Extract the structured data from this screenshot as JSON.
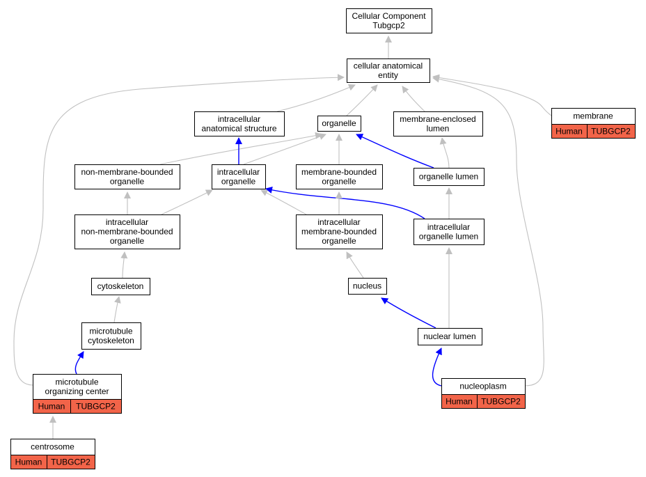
{
  "colors": {
    "is_a_edge": "#c0c0c0",
    "part_of_edge": "#0000ff",
    "annotation_fill": "#f26449",
    "node_fill": "#ffffff",
    "node_stroke": "#000000"
  },
  "nodes": {
    "root": [
      "Cellular Component",
      "Tubgcp2"
    ],
    "cellular_anatomical_entity": [
      "cellular anatomical",
      "entity"
    ],
    "intracellular_anatomical_structure": [
      "intracellular",
      "anatomical structure"
    ],
    "organelle": [
      "organelle"
    ],
    "membrane_enclosed_lumen": [
      "membrane-enclosed",
      "lumen"
    ],
    "membrane": [
      "membrane"
    ],
    "non_membrane_bounded_organelle": [
      "non-membrane-bounded",
      "organelle"
    ],
    "intracellular_organelle": [
      "intracellular",
      "organelle"
    ],
    "membrane_bounded_organelle": [
      "membrane-bounded",
      "organelle"
    ],
    "organelle_lumen": [
      "organelle lumen"
    ],
    "intracellular_non_membrane_bounded_organelle": [
      "intracellular",
      "non-membrane-bounded",
      "organelle"
    ],
    "intracellular_membrane_bounded_organelle": [
      "intracellular",
      "membrane-bounded",
      "organelle"
    ],
    "intracellular_organelle_lumen": [
      "intracellular",
      "organelle lumen"
    ],
    "cytoskeleton": [
      "cytoskeleton"
    ],
    "nucleus": [
      "nucleus"
    ],
    "microtubule_cytoskeleton": [
      "microtubule",
      "cytoskeleton"
    ],
    "nuclear_lumen": [
      "nuclear lumen"
    ],
    "microtubule_organizing_center": [
      "microtubule",
      "organizing center"
    ],
    "nucleoplasm": [
      "nucleoplasm"
    ],
    "centrosome": [
      "centrosome"
    ]
  },
  "annotations": {
    "membrane": {
      "species": "Human",
      "gene": "TUBGCP2"
    },
    "microtubule_organizing_center": {
      "species": "Human",
      "gene": "TUBGCP2"
    },
    "nucleoplasm": {
      "species": "Human",
      "gene": "TUBGCP2"
    },
    "centrosome": {
      "species": "Human",
      "gene": "TUBGCP2"
    }
  },
  "edges": [
    {
      "from": "cellular_anatomical_entity",
      "to": "root",
      "relation": "is_a"
    },
    {
      "from": "intracellular_anatomical_structure",
      "to": "cellular_anatomical_entity",
      "relation": "is_a"
    },
    {
      "from": "organelle",
      "to": "cellular_anatomical_entity",
      "relation": "is_a"
    },
    {
      "from": "membrane_enclosed_lumen",
      "to": "cellular_anatomical_entity",
      "relation": "is_a"
    },
    {
      "from": "membrane",
      "to": "cellular_anatomical_entity",
      "relation": "is_a"
    },
    {
      "from": "microtubule_organizing_center",
      "to": "cellular_anatomical_entity",
      "relation": "is_a"
    },
    {
      "from": "nucleoplasm",
      "to": "cellular_anatomical_entity",
      "relation": "is_a"
    },
    {
      "from": "non_membrane_bounded_organelle",
      "to": "organelle",
      "relation": "is_a"
    },
    {
      "from": "intracellular_organelle",
      "to": "organelle",
      "relation": "is_a"
    },
    {
      "from": "membrane_bounded_organelle",
      "to": "organelle",
      "relation": "is_a"
    },
    {
      "from": "organelle_lumen",
      "to": "organelle",
      "relation": "part_of"
    },
    {
      "from": "intracellular_organelle",
      "to": "intracellular_anatomical_structure",
      "relation": "part_of"
    },
    {
      "from": "organelle_lumen",
      "to": "membrane_enclosed_lumen",
      "relation": "is_a"
    },
    {
      "from": "intracellular_non_membrane_bounded_organelle",
      "to": "non_membrane_bounded_organelle",
      "relation": "is_a"
    },
    {
      "from": "intracellular_non_membrane_bounded_organelle",
      "to": "intracellular_organelle",
      "relation": "is_a"
    },
    {
      "from": "intracellular_membrane_bounded_organelle",
      "to": "intracellular_organelle",
      "relation": "is_a"
    },
    {
      "from": "intracellular_organelle_lumen",
      "to": "intracellular_organelle",
      "relation": "part_of"
    },
    {
      "from": "intracellular_membrane_bounded_organelle",
      "to": "membrane_bounded_organelle",
      "relation": "is_a"
    },
    {
      "from": "intracellular_organelle_lumen",
      "to": "organelle_lumen",
      "relation": "is_a"
    },
    {
      "from": "cytoskeleton",
      "to": "intracellular_non_membrane_bounded_organelle",
      "relation": "is_a"
    },
    {
      "from": "nucleus",
      "to": "intracellular_membrane_bounded_organelle",
      "relation": "is_a"
    },
    {
      "from": "microtubule_cytoskeleton",
      "to": "cytoskeleton",
      "relation": "is_a"
    },
    {
      "from": "nuclear_lumen",
      "to": "nucleus",
      "relation": "part_of"
    },
    {
      "from": "nuclear_lumen",
      "to": "intracellular_organelle_lumen",
      "relation": "is_a"
    },
    {
      "from": "microtubule_organizing_center",
      "to": "microtubule_cytoskeleton",
      "relation": "part_of"
    },
    {
      "from": "nucleoplasm",
      "to": "nuclear_lumen",
      "relation": "part_of"
    },
    {
      "from": "centrosome",
      "to": "microtubule_organizing_center",
      "relation": "is_a"
    }
  ]
}
